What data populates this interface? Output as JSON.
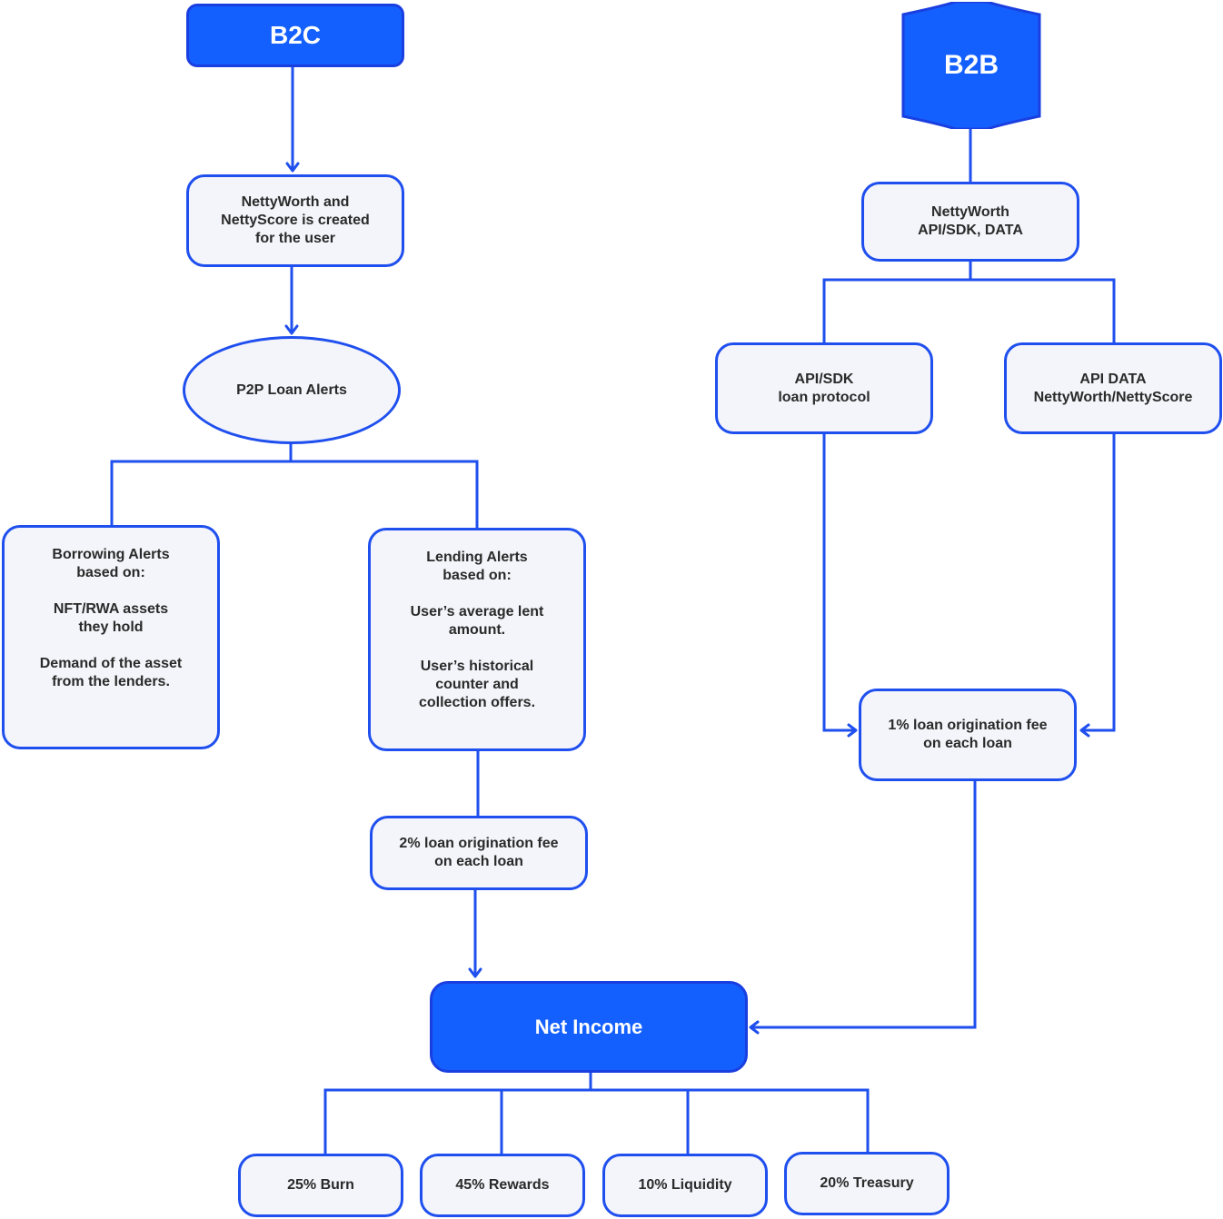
{
  "colors": {
    "accent": "#1460ff",
    "stroke": "#1f4fee",
    "node_fill": "#f4f5fa",
    "text": "#2a2a2a"
  },
  "b2c": {
    "title": "B2C",
    "created": "NettyWorth and\nNettyScore is created\nfor the user",
    "alerts": "P2P Loan Alerts",
    "borrowing": "Borrowing Alerts\nbased on:\n\nNFT/RWA assets\nthey hold\n\nDemand of the asset\nfrom the lenders.",
    "lending": "Lending Alerts\nbased on:\n\nUser’s average lent\namount.\n\nUser’s historical\ncounter and\ncollection offers.",
    "fee": "2% loan origination fee\non each loan"
  },
  "b2b": {
    "title": "B2B",
    "api": "NettyWorth\nAPI/SDK, DATA",
    "sdk": "API/SDK\nloan protocol",
    "data": "API DATA\nNettyWorth/NettyScore",
    "fee": "1% loan origination fee\non each loan"
  },
  "income": {
    "title": "Net Income",
    "splits": [
      "25% Burn",
      "45% Rewards",
      "10% Liquidity",
      "20% Treasury"
    ]
  }
}
